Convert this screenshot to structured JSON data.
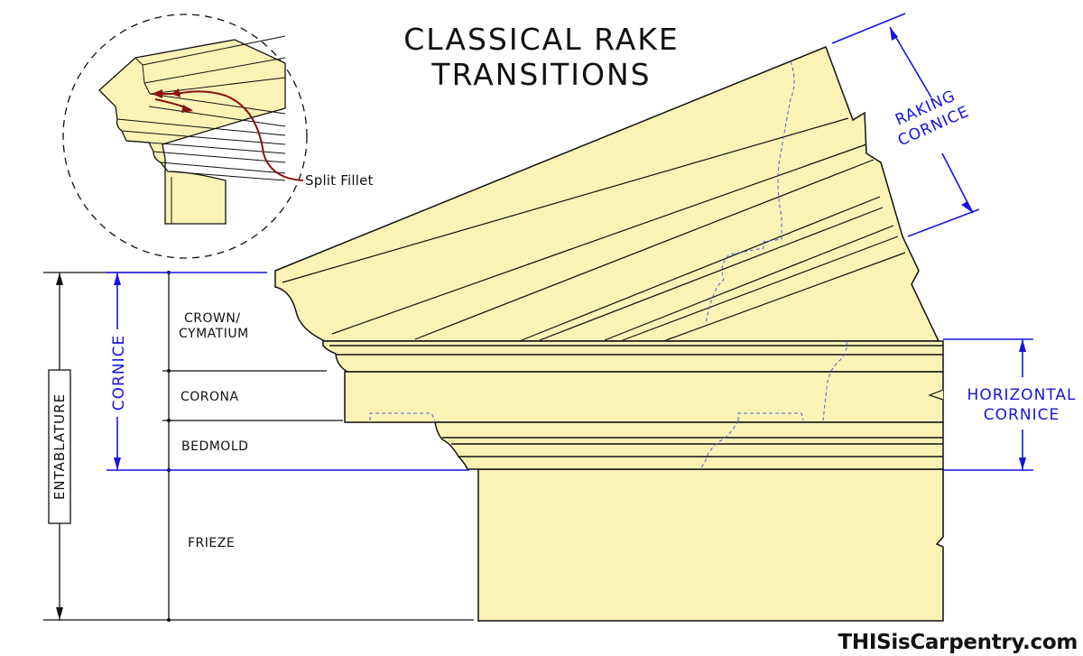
{
  "title_line1": "CLASSICAL RAKE",
  "title_line2": "TRANSITIONS",
  "labels": {
    "crown": "CROWN/",
    "cymatium": "CYMATIUM",
    "corona": "CORONA",
    "bedmold": "BEDMOLD",
    "frieze": "FRIEZE",
    "entablature": "ENTABLATURE",
    "cornice": "CORNICE",
    "raking_line1": "RAKING",
    "raking_line2": "CORNICE",
    "horizontal_line1": "HORIZONTAL",
    "horizontal_line2": "CORNICE",
    "split_fillet": "Split Fillet"
  },
  "watermark": "THISisCarpentry.com",
  "colors": {
    "molding_fill": "#fbf3b5",
    "dimension_blue": "#1515e0",
    "arrow_red": "#8a1010",
    "line": "#111111"
  }
}
